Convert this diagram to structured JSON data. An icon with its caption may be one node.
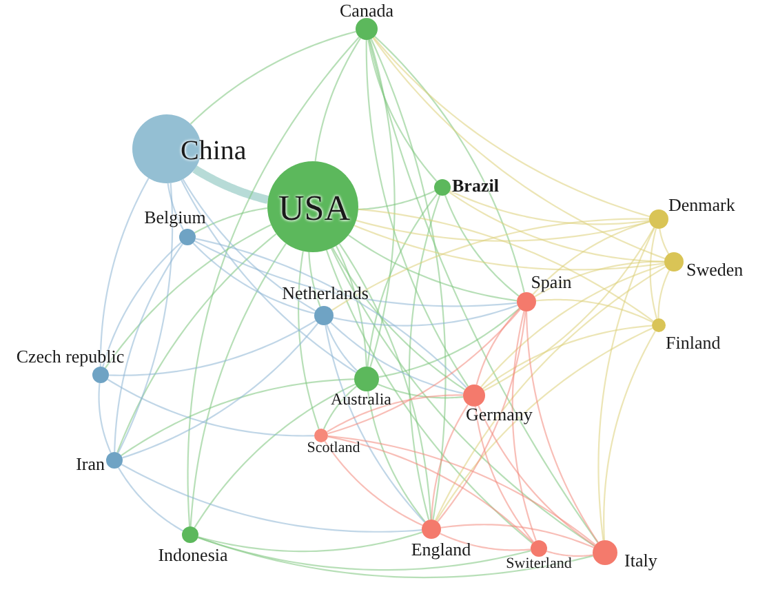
{
  "diagram": {
    "nodes": [
      {
        "text": [
          "Canada"
        ]
      },
      {
        "text": [
          "China"
        ]
      },
      {
        "text": [
          "USA"
        ]
      },
      {
        "text": [
          "Brazil"
        ]
      },
      {
        "text": [
          "Denmark"
        ]
      },
      {
        "text": [
          "Belgium"
        ]
      },
      {
        "text": [
          "Sweden"
        ]
      },
      {
        "text": [
          "Spain"
        ]
      },
      {
        "text": [
          "Netherlands"
        ]
      },
      {
        "text": [
          "Finland"
        ]
      },
      {
        "text": [
          "Czech republic"
        ]
      },
      {
        "text": [
          "Australia"
        ]
      },
      {
        "text": [
          "Germany"
        ]
      },
      {
        "text": [
          "Scotland"
        ]
      },
      {
        "text": [
          "Iran"
        ]
      },
      {
        "text": [
          "Indonesia"
        ]
      },
      {
        "text": [
          "England"
        ]
      },
      {
        "text": [
          "Switerland"
        ]
      },
      {
        "text": [
          "Italy"
        ]
      }
    ],
    "edges": [
      {
        "from": 1,
        "to": 2,
        "arrow": "none",
        "style": "thick",
        "color": "#9fcfca"
      },
      {
        "from": 0,
        "to": 1,
        "arrow": "none"
      },
      {
        "from": 0,
        "to": 2,
        "arrow": "none"
      },
      {
        "from": 0,
        "to": 3,
        "arrow": "none"
      },
      {
        "from": 0,
        "to": 11,
        "arrow": "none"
      },
      {
        "from": 0,
        "to": 15,
        "arrow": "none"
      },
      {
        "from": 0,
        "to": 16,
        "arrow": "none"
      },
      {
        "from": 0,
        "to": 18,
        "arrow": "none"
      },
      {
        "from": 0,
        "to": 12,
        "arrow": "none"
      },
      {
        "from": 0,
        "to": 7,
        "arrow": "none"
      },
      {
        "from": 2,
        "to": 3,
        "arrow": "none"
      },
      {
        "from": 2,
        "to": 5,
        "arrow": "none"
      },
      {
        "from": 2,
        "to": 8,
        "arrow": "none"
      },
      {
        "from": 2,
        "to": 10,
        "arrow": "none"
      },
      {
        "from": 2,
        "to": 11,
        "arrow": "none"
      },
      {
        "from": 2,
        "to": 13,
        "arrow": "none"
      },
      {
        "from": 2,
        "to": 14,
        "arrow": "none"
      },
      {
        "from": 2,
        "to": 15,
        "arrow": "none"
      },
      {
        "from": 2,
        "to": 7,
        "arrow": "none"
      },
      {
        "from": 2,
        "to": 12,
        "arrow": "none"
      },
      {
        "from": 2,
        "to": 16,
        "arrow": "none"
      },
      {
        "from": 2,
        "to": 17,
        "arrow": "none"
      },
      {
        "from": 2,
        "to": 18,
        "arrow": "none"
      },
      {
        "from": 3,
        "to": 7,
        "arrow": "none"
      },
      {
        "from": 3,
        "to": 11,
        "arrow": "none"
      },
      {
        "from": 3,
        "to": 16,
        "arrow": "none"
      },
      {
        "from": 11,
        "to": 12,
        "arrow": "none"
      },
      {
        "from": 11,
        "to": 13,
        "arrow": "none"
      },
      {
        "from": 11,
        "to": 14,
        "arrow": "none"
      },
      {
        "from": 11,
        "to": 15,
        "arrow": "none"
      },
      {
        "from": 11,
        "to": 16,
        "arrow": "none"
      },
      {
        "from": 11,
        "to": 7,
        "arrow": "none"
      },
      {
        "from": 15,
        "to": 16,
        "arrow": "none"
      },
      {
        "from": 15,
        "to": 17,
        "arrow": "none"
      },
      {
        "from": 15,
        "to": 18,
        "arrow": "none"
      },
      {
        "from": 0,
        "to": 4,
        "arrow": "none",
        "color": "#dccf78"
      },
      {
        "from": 0,
        "to": 6,
        "arrow": "none",
        "color": "#dccf78"
      },
      {
        "from": 2,
        "to": 4,
        "arrow": "none",
        "color": "#dccf78"
      },
      {
        "from": 2,
        "to": 6,
        "arrow": "none",
        "color": "#dccf78"
      },
      {
        "from": 2,
        "to": 9,
        "arrow": "none",
        "color": "#dccf78"
      },
      {
        "from": 3,
        "to": 4,
        "arrow": "none",
        "color": "#dccf78"
      },
      {
        "from": 3,
        "to": 6,
        "arrow": "none",
        "color": "#dccf78"
      },
      {
        "from": 4,
        "to": 6,
        "arrow": "none",
        "color": "#dccf78"
      },
      {
        "from": 4,
        "to": 9,
        "arrow": "none",
        "color": "#dccf78"
      },
      {
        "from": 6,
        "to": 9,
        "arrow": "none",
        "color": "#dccf78"
      },
      {
        "from": 4,
        "to": 7,
        "arrow": "none",
        "color": "#dccf78"
      },
      {
        "from": 6,
        "to": 7,
        "arrow": "none",
        "color": "#dccf78"
      },
      {
        "from": 9,
        "to": 7,
        "arrow": "none",
        "color": "#dccf78"
      },
      {
        "from": 4,
        "to": 12,
        "arrow": "none",
        "color": "#dccf78"
      },
      {
        "from": 6,
        "to": 12,
        "arrow": "none",
        "color": "#dccf78"
      },
      {
        "from": 9,
        "to": 12,
        "arrow": "none",
        "color": "#dccf78"
      },
      {
        "from": 4,
        "to": 18,
        "arrow": "none",
        "color": "#dccf78"
      },
      {
        "from": 9,
        "to": 18,
        "arrow": "none",
        "color": "#dccf78"
      },
      {
        "from": 9,
        "to": 16,
        "arrow": "none",
        "color": "#dccf78"
      },
      {
        "from": 6,
        "to": 16,
        "arrow": "none",
        "color": "#dccf78"
      },
      {
        "from": 4,
        "to": 8,
        "arrow": "none",
        "color": "#dccf78"
      },
      {
        "from": 1,
        "to": 5,
        "arrow": "none",
        "color": "#8db4d4"
      },
      {
        "from": 1,
        "to": 8,
        "arrow": "none",
        "color": "#8db4d4"
      },
      {
        "from": 1,
        "to": 10,
        "arrow": "none",
        "color": "#8db4d4"
      },
      {
        "from": 1,
        "to": 14,
        "arrow": "none",
        "color": "#8db4d4"
      },
      {
        "from": 1,
        "to": 11,
        "arrow": "none",
        "color": "#8db4d4"
      },
      {
        "from": 5,
        "to": 8,
        "arrow": "none",
        "color": "#8db4d4"
      },
      {
        "from": 5,
        "to": 10,
        "arrow": "none",
        "color": "#8db4d4"
      },
      {
        "from": 5,
        "to": 14,
        "arrow": "none",
        "color": "#8db4d4"
      },
      {
        "from": 5,
        "to": 7,
        "arrow": "none",
        "color": "#8db4d4"
      },
      {
        "from": 5,
        "to": 12,
        "arrow": "none",
        "color": "#8db4d4"
      },
      {
        "from": 10,
        "to": 14,
        "arrow": "none",
        "color": "#8db4d4"
      },
      {
        "from": 10,
        "to": 8,
        "arrow": "none",
        "color": "#8db4d4"
      },
      {
        "from": 10,
        "to": 13,
        "arrow": "none",
        "color": "#8db4d4"
      },
      {
        "from": 14,
        "to": 8,
        "arrow": "none",
        "color": "#8db4d4"
      },
      {
        "from": 14,
        "to": 16,
        "arrow": "none",
        "color": "#8db4d4"
      },
      {
        "from": 14,
        "to": 15,
        "arrow": "none",
        "color": "#8db4d4"
      },
      {
        "from": 8,
        "to": 7,
        "arrow": "none",
        "color": "#8db4d4"
      },
      {
        "from": 8,
        "to": 12,
        "arrow": "none",
        "color": "#8db4d4"
      },
      {
        "from": 8,
        "to": 16,
        "arrow": "none",
        "color": "#8db4d4"
      },
      {
        "from": 8,
        "to": 11,
        "arrow": "none",
        "color": "#8db4d4"
      },
      {
        "from": 7,
        "to": 12,
        "arrow": "none",
        "color": "#f2897c"
      },
      {
        "from": 7,
        "to": 13,
        "arrow": "none",
        "color": "#f2897c"
      },
      {
        "from": 7,
        "to": 16,
        "arrow": "none",
        "color": "#f2897c"
      },
      {
        "from": 7,
        "to": 17,
        "arrow": "none",
        "color": "#f2897c"
      },
      {
        "from": 7,
        "to": 18,
        "arrow": "none",
        "color": "#f2897c"
      },
      {
        "from": 12,
        "to": 13,
        "arrow": "none",
        "color": "#f2897c"
      },
      {
        "from": 12,
        "to": 16,
        "arrow": "none",
        "color": "#f2897c"
      },
      {
        "from": 12,
        "to": 17,
        "arrow": "none",
        "color": "#f2897c"
      },
      {
        "from": 12,
        "to": 18,
        "arrow": "none",
        "color": "#f2897c"
      },
      {
        "from": 13,
        "to": 16,
        "arrow": "none",
        "color": "#f2897c"
      },
      {
        "from": 13,
        "to": 17,
        "arrow": "none",
        "color": "#f2897c"
      },
      {
        "from": 13,
        "to": 18,
        "arrow": "none",
        "color": "#f2897c"
      },
      {
        "from": 16,
        "to": 17,
        "arrow": "none",
        "color": "#f2897c"
      },
      {
        "from": 16,
        "to": 18,
        "arrow": "none",
        "color": "#f2897c"
      },
      {
        "from": 17,
        "to": 18,
        "arrow": "none",
        "color": "#f2897c"
      }
    ]
  }
}
